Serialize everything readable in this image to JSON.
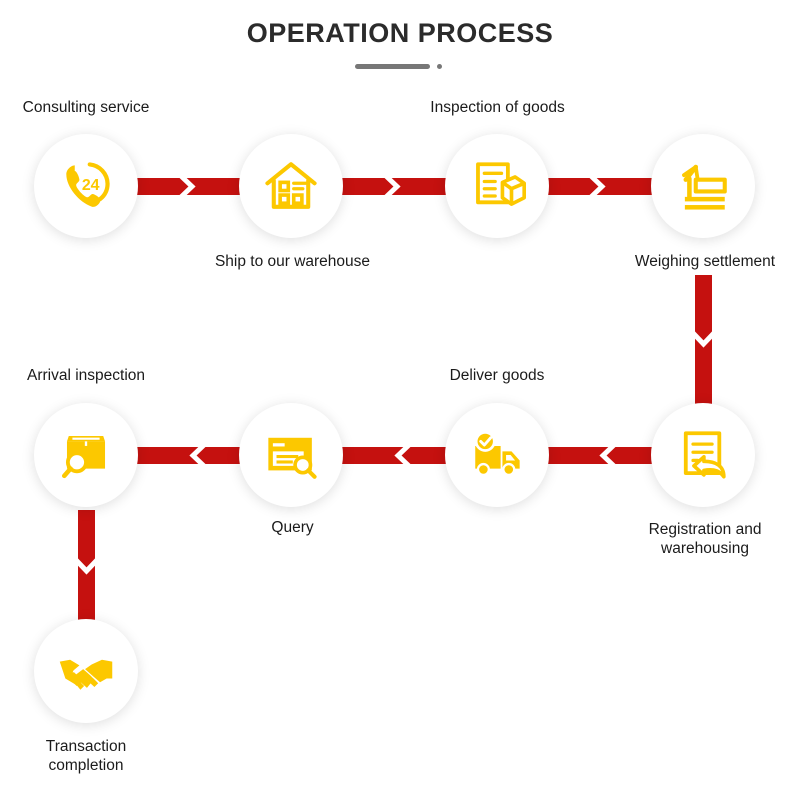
{
  "header": {
    "title": "OPERATION PROCESS",
    "divider_icon": "divider-bar",
    "dot_icon": "divider-dot"
  },
  "theme": {
    "accent_red": "#c5110f",
    "accent_yellow": "#fcc800",
    "background": "#ffffff",
    "text": "#1b1b1b",
    "divider_gray": "#777777"
  },
  "flow": {
    "steps": [
      {
        "index": 1,
        "label": "Consulting service",
        "icon": "phone-24h-icon",
        "label_position": "above"
      },
      {
        "index": 2,
        "label": "Ship to our warehouse",
        "icon": "warehouse-house-icon",
        "label_position": "below"
      },
      {
        "index": 3,
        "label": "Inspection of goods",
        "icon": "document-box-icon",
        "label_position": "above"
      },
      {
        "index": 4,
        "label": "Weighing settlement",
        "icon": "weighing-scale-icon",
        "label_position": "below"
      },
      {
        "index": 5,
        "label": "Registration and\nwarehousing",
        "icon": "document-arrow-icon",
        "label_position": "below"
      },
      {
        "index": 6,
        "label": "Deliver goods",
        "icon": "delivery-truck-icon",
        "label_position": "above"
      },
      {
        "index": 7,
        "label": "Query",
        "icon": "document-search-icon",
        "label_position": "below"
      },
      {
        "index": 8,
        "label": "Arrival inspection",
        "icon": "box-search-icon",
        "label_position": "above"
      },
      {
        "index": 9,
        "label": "Transaction\ncompletion",
        "icon": "handshake-icon",
        "label_position": "below"
      }
    ],
    "connectors": [
      {
        "from": 1,
        "to": 2,
        "direction": "right"
      },
      {
        "from": 2,
        "to": 3,
        "direction": "right"
      },
      {
        "from": 3,
        "to": 4,
        "direction": "right"
      },
      {
        "from": 4,
        "to": 5,
        "direction": "down"
      },
      {
        "from": 5,
        "to": 6,
        "direction": "left"
      },
      {
        "from": 6,
        "to": 7,
        "direction": "left"
      },
      {
        "from": 7,
        "to": 8,
        "direction": "left"
      },
      {
        "from": 8,
        "to": 9,
        "direction": "down"
      }
    ]
  }
}
